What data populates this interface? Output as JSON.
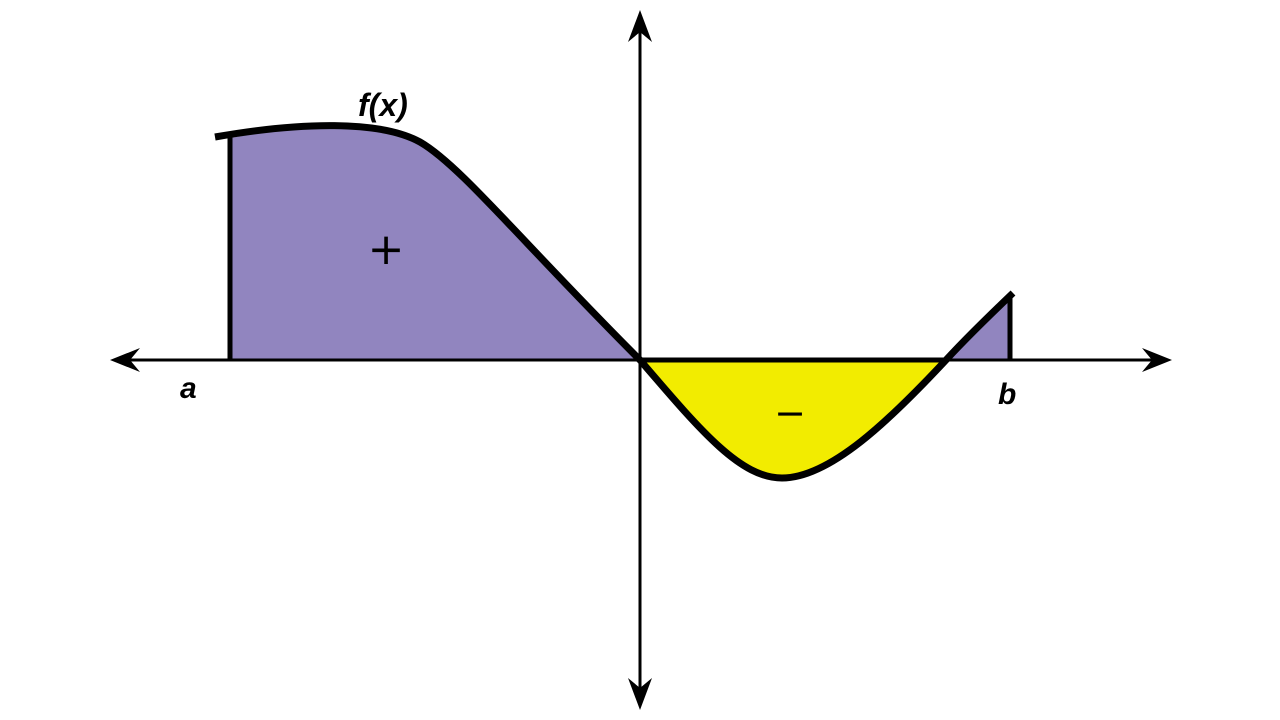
{
  "labels": {
    "function": "f(x)",
    "lower_limit": "a",
    "upper_limit": "b",
    "positive_sign": "+",
    "negative_sign": "−"
  },
  "colors": {
    "positive_region": "#9185BF",
    "negative_region": "#F2EC00",
    "stroke": "#000000"
  }
}
